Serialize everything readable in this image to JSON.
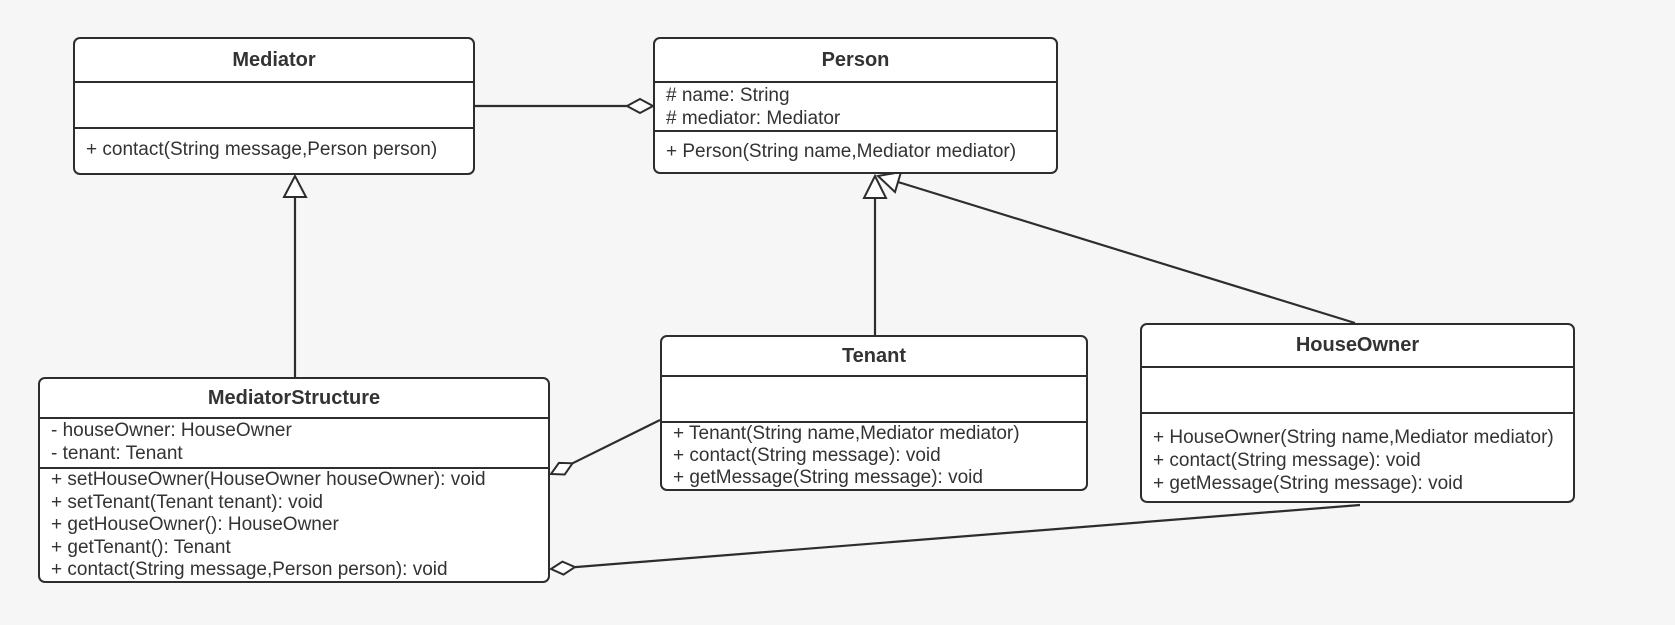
{
  "diagram": {
    "kind": "uml-class-diagram",
    "colors": {
      "background": "#f6f6f6",
      "box_fill": "#ffffff",
      "stroke": "#2d2d2d",
      "text": "#333333"
    }
  },
  "classes": {
    "mediator": {
      "title": "Mediator",
      "attributes": [],
      "methods": [
        "+ contact(String message,Person person)"
      ]
    },
    "person": {
      "title": "Person",
      "attributes": [
        "# name: String",
        "# mediator: Mediator"
      ],
      "methods": [
        "+ Person(String name,Mediator mediator)"
      ]
    },
    "mediator_structure": {
      "title": "MediatorStructure",
      "attributes": [
        "- houseOwner: HouseOwner",
        "- tenant: Tenant"
      ],
      "methods": [
        "+ setHouseOwner(HouseOwner houseOwner): void",
        "+ setTenant(Tenant tenant): void",
        "+ getHouseOwner(): HouseOwner",
        "+ getTenant(): Tenant",
        "+ contact(String message,Person person): void"
      ]
    },
    "tenant": {
      "title": "Tenant",
      "attributes": [],
      "methods": [
        "+ Tenant(String name,Mediator mediator)",
        "+ contact(String message): void",
        "+ getMessage(String message): void"
      ]
    },
    "house_owner": {
      "title": "HouseOwner",
      "attributes": [],
      "methods": [
        "+ HouseOwner(String name,Mediator mediator)",
        "+ contact(String message): void",
        "+ getMessage(String message): void"
      ]
    }
  },
  "relationships": [
    {
      "type": "aggregation",
      "source": "Mediator",
      "target": "Person",
      "diamond_at": "Person"
    },
    {
      "type": "generalization",
      "source": "MediatorStructure",
      "target": "Mediator"
    },
    {
      "type": "generalization",
      "source": "Tenant",
      "target": "Person"
    },
    {
      "type": "generalization",
      "source": "HouseOwner",
      "target": "Person"
    },
    {
      "type": "aggregation",
      "source": "Tenant",
      "target": "MediatorStructure",
      "diamond_at": "MediatorStructure"
    },
    {
      "type": "aggregation",
      "source": "HouseOwner",
      "target": "MediatorStructure",
      "diamond_at": "MediatorStructure"
    }
  ]
}
